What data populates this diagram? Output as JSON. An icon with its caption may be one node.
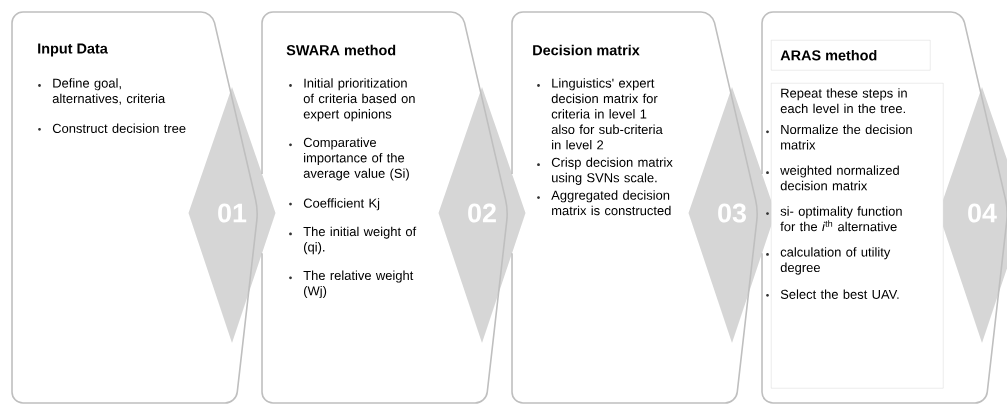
{
  "diagram": {
    "nodes": [
      {
        "text": [
          "Input Data",
          "Define goal, alternatives, criteria",
          "Construct decision tree"
        ]
      },
      {
        "text": [
          "01"
        ]
      },
      {
        "text": [
          "SWARA method",
          "Initial prioritization of criteria based on expert opinions",
          "Comparative importance of the average value (Si)",
          "Coefficient Kj",
          "The initial weight of (qi).",
          "The relative weight (Wj)"
        ]
      },
      {
        "text": [
          "02"
        ]
      },
      {
        "text": [
          "Decision matrix",
          "Linguistics' expert decision matrix for criteria in level 1 also for sub-criteria in level 2",
          "Crisp decision matrix using SVNs scale.",
          "Aggregated decision matrix is constructed"
        ]
      },
      {
        "text": [
          "03"
        ]
      },
      {
        "text": [],
        "shape": "box"
      },
      {
        "text": [
          "ARAS method"
        ],
        "in": 6
      },
      {
        "text": [
          "Repeat these steps in each level in the tree.",
          "Normalize the decision matrix",
          "weighted normalized decision matrix",
          "si- optimality function for the *i*$^{th}$ alternative",
          "calculation of utility degree",
          "Select the best UAV."
        ],
        "in": 6
      },
      {
        "text": [
          "04"
        ]
      }
    ]
  }
}
